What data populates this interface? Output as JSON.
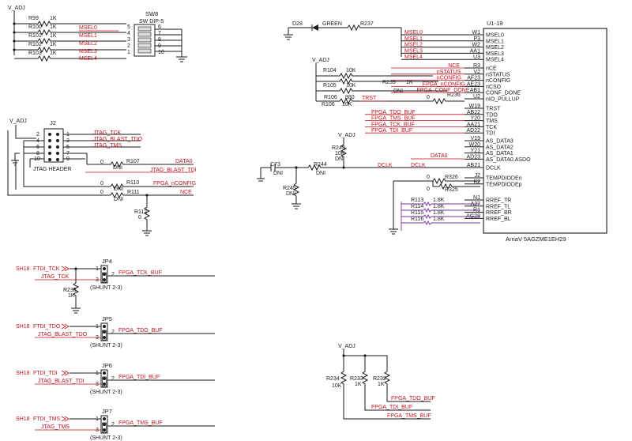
{
  "power": {
    "vadj": "V_ADJ"
  },
  "sw8": {
    "ref": "SW8",
    "part": "SW DIP-5",
    "resistors": [
      {
        "ref": "R99",
        "value": "1K"
      },
      {
        "ref": "R100",
        "value": "1K"
      },
      {
        "ref": "R101",
        "value": "1K"
      },
      {
        "ref": "R102",
        "value": "1K"
      },
      {
        "ref": "R103",
        "value": "1K"
      }
    ],
    "nets": [
      "MSEL0",
      "MSEL1",
      "MSEL2",
      "MSEL3",
      "MSEL4"
    ],
    "left_pins": [
      "5",
      "4",
      "3",
      "2",
      "1"
    ],
    "right_pins": [
      "6",
      "7",
      "8",
      "9",
      "10"
    ]
  },
  "d28": {
    "ref": "D28",
    "color": "GREEN",
    "res": "R237"
  },
  "u1": {
    "ref": "U1-19",
    "part": "ArriaV 5AGZME1EH29",
    "msel": [
      {
        "net": "MSEL0",
        "pin": "W1",
        "name": "MSEL0"
      },
      {
        "net": "MSEL1",
        "pin": "P3",
        "name": "MSEL1"
      },
      {
        "net": "MSEL2",
        "pin": "W2",
        "name": "MSEL2"
      },
      {
        "net": "MSEL3",
        "pin": "AA1",
        "name": "MSEL3"
      },
      {
        "net": "MSEL4",
        "pin": "U3",
        "name": "MSEL4"
      }
    ],
    "config": [
      {
        "net": "NCE",
        "pin": "R3",
        "name": "nCE"
      },
      {
        "net": "nSTATUS",
        "pin": "V2",
        "name": "nSTATUS"
      },
      {
        "net": "nCONFIG",
        "pin": "AF23",
        "name": "nCONFIG"
      },
      {
        "net": "FPGA_nCONFIG",
        "pin": "AE23",
        "name": "nCSO"
      },
      {
        "net": "FPGA_CONF_DONE",
        "pin": "AB1",
        "name": "CONF_DONE"
      },
      {
        "net": "",
        "pin": "U2",
        "name": "nIO_PULLUP"
      }
    ],
    "jtag": [
      {
        "net": "",
        "pin": "W19",
        "name": "TRST"
      },
      {
        "net": "FPGA_TDO_BUF",
        "pin": "AB22",
        "name": "TDO"
      },
      {
        "net": "FPGA_TMS_BUF",
        "pin": "Y20",
        "name": "TMS"
      },
      {
        "net": "FPGA_TCK_BUF",
        "pin": "AA21",
        "name": "TCK"
      },
      {
        "net": "FPGA_TDI_BUF",
        "pin": "AD22",
        "name": "TDI"
      }
    ],
    "as": [
      {
        "pin": "V19",
        "name": "AS_DATA3"
      },
      {
        "pin": "W20",
        "name": "AS_DATA2"
      },
      {
        "pin": "Y21",
        "name": "AS_DATA1"
      },
      {
        "pin": "AD23",
        "name": "AS_DATA0,ASDO"
      }
    ],
    "dclk": {
      "pin": "AB21",
      "name": "DCLK",
      "net": "DCLK"
    },
    "temp": [
      {
        "pin": "J2",
        "name": "TEMPDIODEn"
      },
      {
        "pin": "K2",
        "name": "TEMPDIODEp"
      }
    ],
    "rref": [
      {
        "pin": "N1",
        "name": "RREF_TR"
      },
      {
        "pin": "A27",
        "name": "RREF_TL"
      },
      {
        "pin": "R1",
        "name": "RREF_BR"
      },
      {
        "pin": "AG28",
        "name": "RREF_BL"
      }
    ]
  },
  "cfg_res": {
    "r104": "R104",
    "r104v": "10K",
    "r105": "R105",
    "r105v": "10K",
    "r106": "R106",
    "r106v": "10K",
    "r239": "R239",
    "r239v": "1K",
    "dni": "DNI",
    "r236": "R236",
    "r236v": "0",
    "r880": "880",
    "trst": "TRST",
    "data0": "DATA0"
  },
  "dclk_res": {
    "r243": "R243",
    "r243v": "10K",
    "dni": "DNI",
    "r244": "R244",
    "c73": "C73",
    "r245": "R245",
    "dclk_net": "DCLK"
  },
  "temp_res": {
    "r326": "R326",
    "r325": "R325",
    "v0": "0"
  },
  "rref_res": [
    {
      "ref": "R113",
      "value": "1.8K"
    },
    {
      "ref": "R114",
      "value": "1.8K"
    },
    {
      "ref": "R115",
      "value": "1.8K"
    },
    {
      "ref": "R116",
      "value": "1.8K"
    }
  ],
  "j2": {
    "ref": "J2",
    "name": "JTAG HEADER",
    "left_pins": [
      "2",
      "4",
      "6",
      "8",
      "10"
    ],
    "right_pins": [
      "1",
      "3",
      "5",
      "7",
      "9"
    ],
    "nets": [
      "JTAG_TCK",
      "JTAG_BLAST_TDO",
      "JTAG_TMS"
    ],
    "r107": "R107",
    "r110": "R110",
    "r111": "R111",
    "r112": "R112",
    "zero": "0",
    "dni": "DNI",
    "data0": "DATA0",
    "blast_tdi": "JTAG_BLAST_TDI",
    "fpga_nconfig": "FPGA_nCONFIG",
    "nce": "NCE"
  },
  "jumpers": [
    {
      "ref": "JP4",
      "sheet": "SH18",
      "in": "FTDI_TCK",
      "alt": "JTAG_TCK",
      "out": "FPGA_TCK_BUF",
      "shunt": "(SHUNT 2-3)",
      "res": "R235",
      "resv": "1K"
    },
    {
      "ref": "JP5",
      "sheet": "SH18",
      "in": "FTDI_TDO",
      "alt": "JTAG_BLAST_TDO",
      "out": "FPGA_TDO_BUF",
      "shunt": "(SHUNT 2-3)"
    },
    {
      "ref": "JP6",
      "sheet": "SH18",
      "in": "FTDI_TDI",
      "alt": "JTAG_BLAST_TDI",
      "out": "FPGA_TDI_BUF",
      "shunt": "(SHUNT 2-3)"
    },
    {
      "ref": "JP7",
      "sheet": "SH18",
      "in": "FTDI_TMS",
      "alt": "JTAG_TMS",
      "out": "FPGA_TMS_BUF",
      "shunt": "(SHUNT 2-3)"
    }
  ],
  "jp_pins": [
    "1",
    "2",
    "3"
  ],
  "pullups": {
    "r234": "R234",
    "r234v": "10K",
    "r233": "R233",
    "r233v": "1K",
    "r232": "R232",
    "r232v": "1K",
    "tdo": "FPGA_TDO_BUF",
    "tdi": "FPGA_TDI_BUF",
    "tms": "FPGA_TMS_BUF"
  }
}
